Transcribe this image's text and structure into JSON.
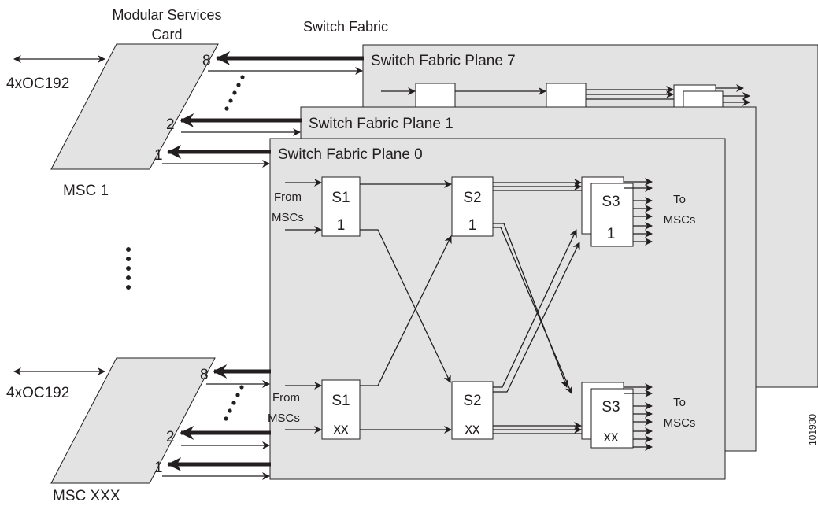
{
  "header": {
    "card_label": [
      "Modular Services",
      "Card"
    ],
    "fabric_label": "Switch Fabric"
  },
  "planes": {
    "plane7": "Switch Fabric Plane 7",
    "plane1": "Switch Fabric Plane 1",
    "plane0": "Switch Fabric Plane 0"
  },
  "cards": {
    "top": {
      "name": "MSC 1",
      "interface": "4xOC192",
      "ports": [
        "8",
        "2",
        "1"
      ]
    },
    "bottom": {
      "name": "MSC XXX",
      "interface": "4xOC192",
      "ports": [
        "8",
        "2",
        "1"
      ]
    }
  },
  "stages": {
    "s1_top": {
      "name": "S1",
      "num": "1"
    },
    "s1_bottom": {
      "name": "S1",
      "num": "xx"
    },
    "s2_top": {
      "name": "S2",
      "num": "1"
    },
    "s2_bottom": {
      "name": "S2",
      "num": "xx"
    },
    "s3_top": {
      "name": "S3",
      "num": "1"
    },
    "s3_bottom": {
      "name": "S3",
      "num": "xx"
    }
  },
  "io_labels": {
    "from_top": [
      "From",
      "MSCs"
    ],
    "from_bottom": [
      "From",
      "MSCs"
    ],
    "to_top": [
      "To",
      "MSCs"
    ],
    "to_bottom": [
      "To",
      "MSCs"
    ]
  },
  "figure_id": "101930",
  "colors": {
    "plane_fill": "#e3e3e3",
    "line": "#231f20"
  }
}
